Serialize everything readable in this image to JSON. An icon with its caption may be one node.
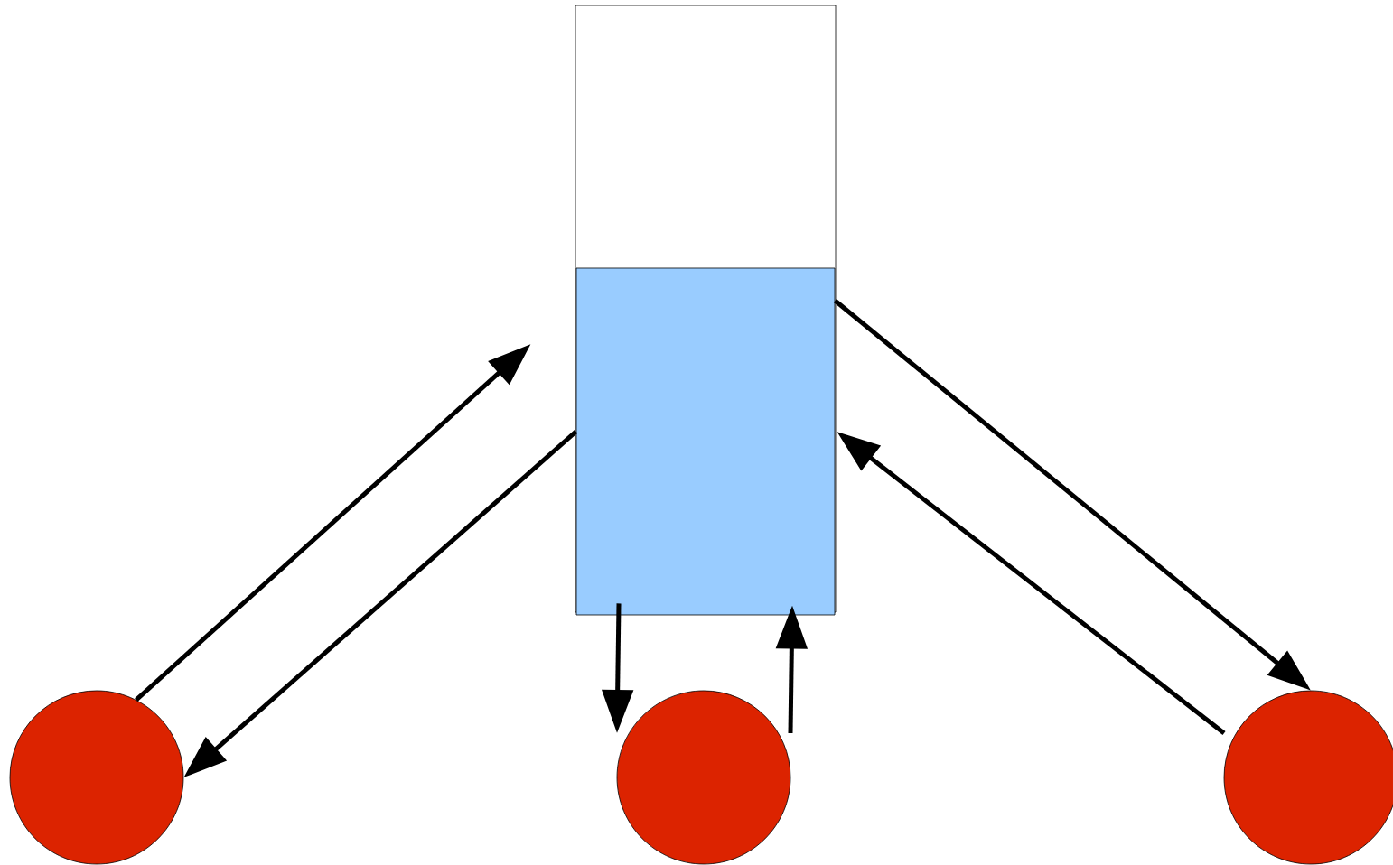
{
  "diagram": {
    "nodes": [
      {
        "text": [],
        "shape": "box"
      },
      {
        "text": [],
        "shape": "box",
        "in": 0
      },
      {
        "text": [],
        "shape": "circle"
      },
      {
        "text": [],
        "shape": "circle"
      },
      {
        "text": [],
        "shape": "circle"
      }
    ],
    "edges": [
      {
        "from": 2,
        "to": 1,
        "arrow": "to"
      },
      {
        "from": 1,
        "to": 2,
        "arrow": "to"
      },
      {
        "from": 1,
        "to": 3,
        "arrow": "to"
      },
      {
        "from": 3,
        "to": 1,
        "arrow": "to"
      },
      {
        "from": 1,
        "to": 4,
        "arrow": "to"
      },
      {
        "from": 4,
        "to": 1,
        "arrow": "to"
      }
    ]
  }
}
